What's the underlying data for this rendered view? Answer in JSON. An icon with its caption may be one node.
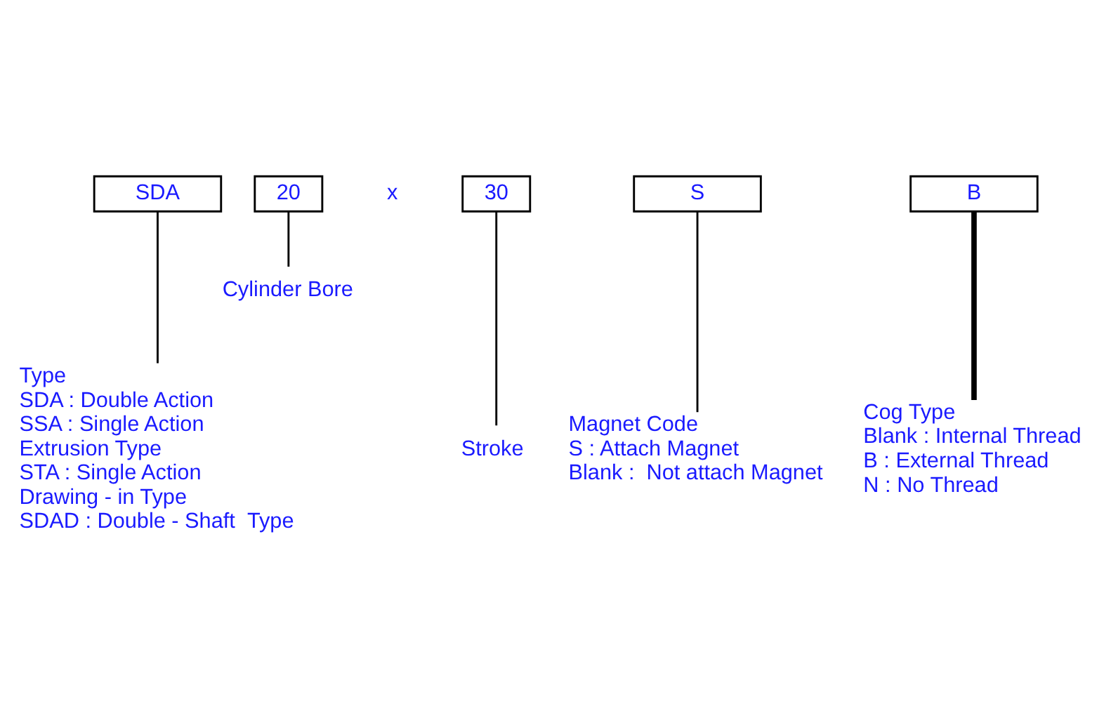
{
  "diagram": {
    "nodes": [
      {
        "text": [
          "SDA"
        ]
      },
      {
        "text": [
          "20"
        ]
      },
      {
        "text": [
          "30"
        ]
      },
      {
        "text": [
          "S"
        ]
      },
      {
        "text": [
          "B"
        ]
      },
      {
        "text": [
          "Cylinder Bore"
        ]
      },
      {
        "text": [
          "Type",
          "SDA : Double Action",
          "SSA : Single Action",
          "Extrusion Type",
          "STA : Single Action",
          "Drawing - in Type",
          "SDAD : Double - Shaft  Type"
        ]
      },
      {
        "text": [
          "Stroke"
        ]
      },
      {
        "text": [
          "Magnet Code",
          "S : Attach Magnet",
          "Blank :  Not attach Magnet"
        ]
      },
      {
        "text": [
          "Cog Type",
          "Blank : Internal Thread",
          "B : External Thread",
          "N : No Thread"
        ]
      }
    ],
    "edges": [
      {
        "from": 0,
        "to": 6,
        "arrow": "none"
      },
      {
        "from": 1,
        "to": 5,
        "arrow": "none"
      },
      {
        "from": 2,
        "to": 7,
        "arrow": "none"
      },
      {
        "from": 3,
        "to": 8,
        "arrow": "none"
      },
      {
        "from": 4,
        "to": 9,
        "arrow": "none",
        "style": "thick"
      }
    ],
    "labels": [
      "x"
    ]
  }
}
